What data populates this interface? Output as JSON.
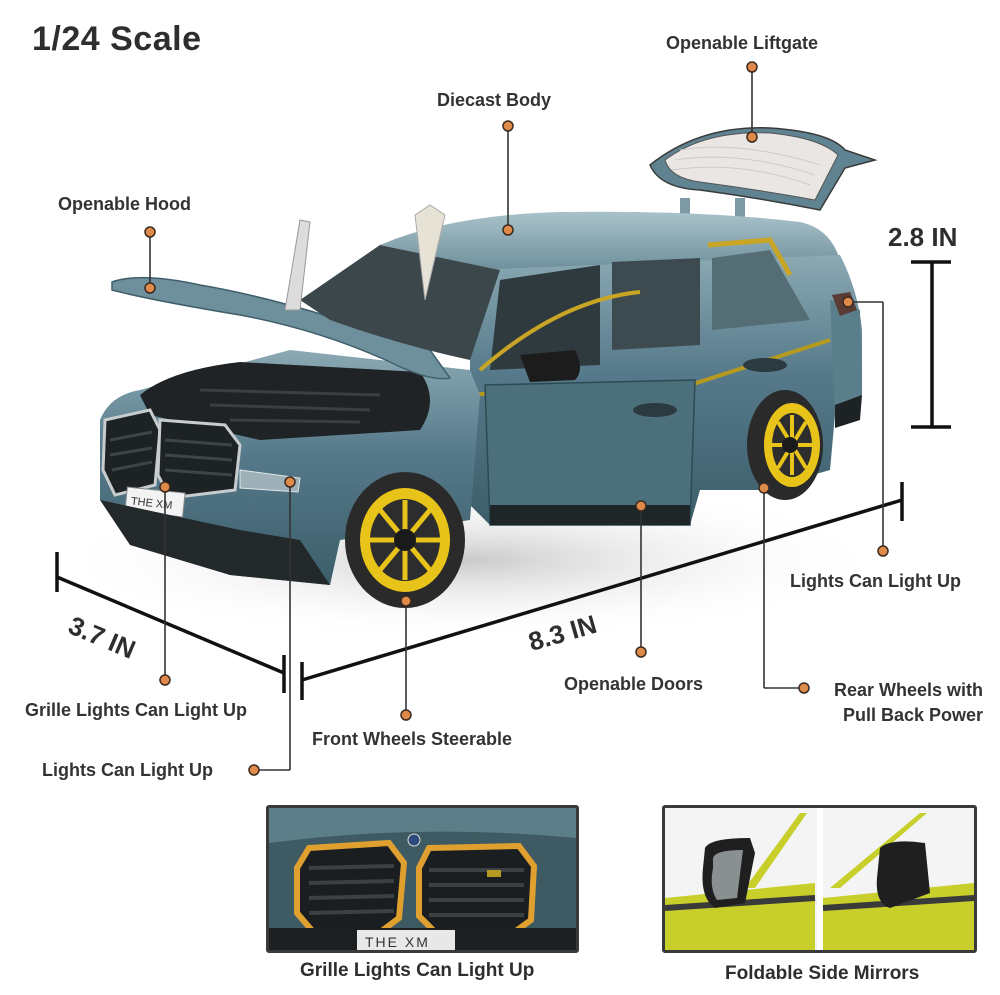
{
  "title": "1/24 Scale",
  "dimensions": {
    "height": "2.8 IN",
    "width": "3.7 IN",
    "length": "8.3 IN"
  },
  "callouts": {
    "openable_liftgate": "Openable Liftgate",
    "diecast_body": "Diecast Body",
    "openable_hood": "Openable Hood",
    "grille_lights": "Grille Lights Can Light Up",
    "front_lights": "Lights Can Light Up",
    "front_wheels": "Front Wheels Steerable",
    "openable_doors": "Openable Doors",
    "rear_wheels_line1": "Rear Wheels with",
    "rear_wheels_line2": "Pull Back Power",
    "rear_lights": "Lights Can Light Up"
  },
  "insets": [
    {
      "caption": "Grille Lights Can Light Up",
      "plate": "THE XM"
    },
    {
      "caption": "Foldable Side Mirrors"
    }
  ],
  "car": {
    "plate": "THE XM"
  },
  "colors": {
    "body": "#4f7480",
    "body_dark": "#3b5c66",
    "accent_gold": "#c9a526",
    "wheel_yellow": "#e8c41a",
    "dot": "#e08a4a",
    "mirror_yellow": "#c8cf2a"
  }
}
